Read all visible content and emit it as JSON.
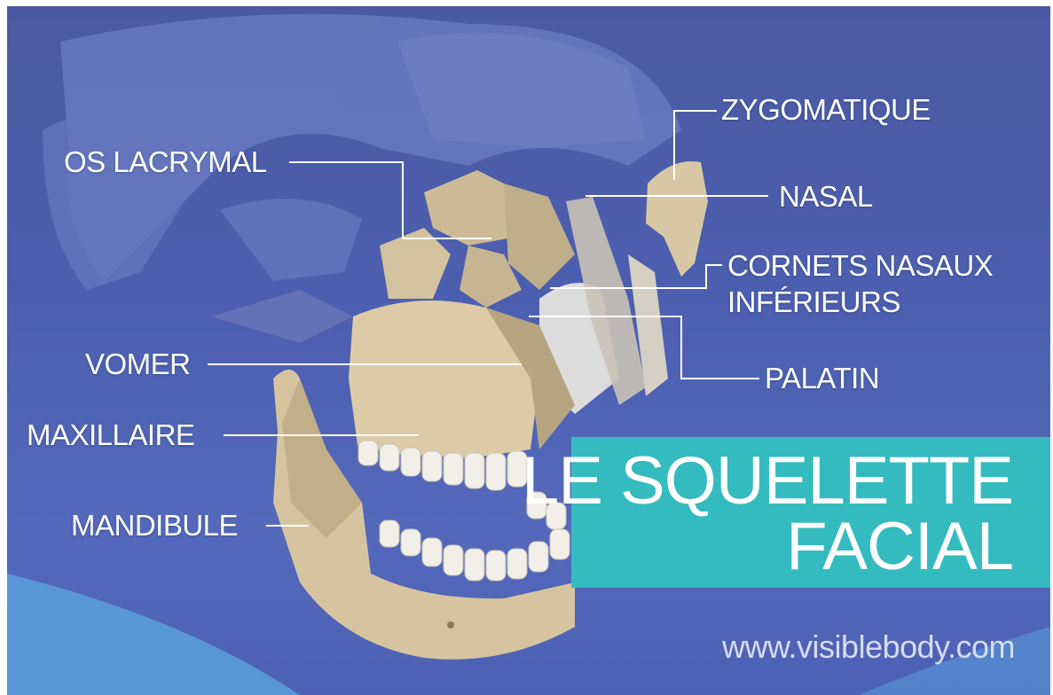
{
  "labels": {
    "zygomatique": "ZYGOMATIQUE",
    "os_lacrymal": "OS LACRYMAL",
    "nasal": "NASAL",
    "cornets_line1": "CORNETS NASAUX",
    "cornets_line2": "INFÉRIEURS",
    "vomer": "VOMER",
    "palatin": "PALATIN",
    "maxillaire": "MAXILLAIRE",
    "mandibule": "MANDIBULE"
  },
  "title": {
    "line1": "LE SQUELETTE",
    "line2": "FACIAL"
  },
  "url": "www.visiblebody.com",
  "colors": {
    "background": "#4c5fb0",
    "skull_ghost": "#6b7ec4",
    "bone": "#d8c7a4",
    "bone_dark": "#a89472",
    "teeth": "#f1efe8",
    "title_band": "#34bbbf",
    "light_arc": "#5aa0dc",
    "text": "#ffffff"
  }
}
